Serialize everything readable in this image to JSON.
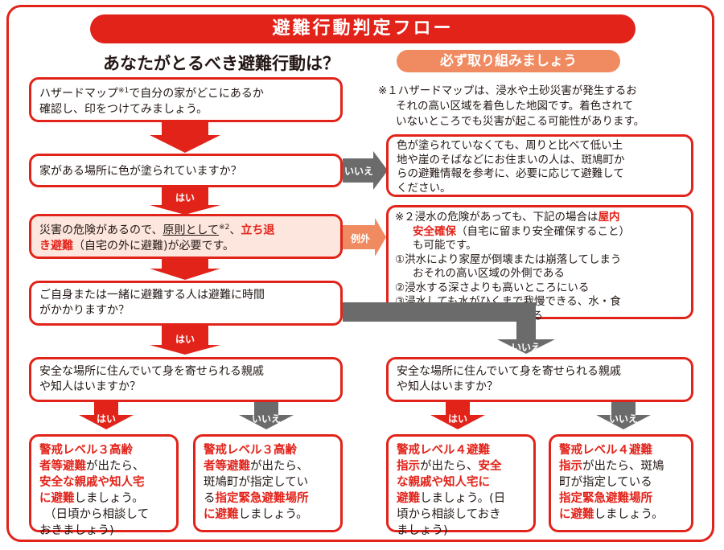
{
  "banner": "避難行動判定フロー",
  "question": "あなたがとるべき避難行動は？",
  "pill": "必ず取り組みましょう",
  "note1": [
    "※１ハザードマップは、浸水や土砂災害が発生するお",
    "それの高い区域を着色した地図です。着色されて",
    "いないところでも災害が起こる可能性があります。"
  ],
  "step1": {
    "line1_a": "ハザードマップ",
    "sup": "※1",
    "line1_b": "で自分の家がどこにあるか",
    "line2": "確認し、印をつけてみましょう。"
  },
  "step2": "家がある場所に色が塗られていますか？",
  "step2_no_result": [
    "色が塗られていなくても、周りと比べて低い土",
    "地や崖のそばなどにお住まいの人は、斑鳩町か",
    "らの避難情報を参考に、必要に応じて避難して",
    "ください。"
  ],
  "step3": {
    "a": "災害の危険があるので、",
    "b": "原則として",
    "sup": "※2",
    "c": "、",
    "d": "立ち退",
    "e": "き避難",
    "f": "（自宅の外に避難)が必要です。"
  },
  "note2": {
    "a": "※２浸水の危険があっても、下記の場合は",
    "b": "屋内",
    "c": "安全確保",
    "d": "（自宅に留まり安全確保すること）",
    "e": "も可能です。",
    "i1a": "①洪水により家屋が倒壊または崩落してしまう",
    "i1b": "おそれの高い区域の外側である",
    "i2": "②浸水する深さよりも高いところにいる",
    "i3a": "③浸水しても水がひくまで我慢できる、水・食",
    "i3b": "糧などの備えが十分にある"
  },
  "step4": [
    "ご自身または一緒に避難する人は避難に時間",
    "がかかりますか？"
  ],
  "step5_left": [
    "安全な場所に住んでいて身を寄せられる親戚",
    "や知人はいますか？"
  ],
  "step5_right": [
    "安全な場所に住んでいて身を寄せられる親戚",
    "や知人はいますか？"
  ],
  "labels": {
    "yes": "はい",
    "no": "いいえ",
    "exception": "例外"
  },
  "result1": {
    "l1": "警戒レベル３高齢",
    "l2a": "者等避難",
    "l2b": "が出たら、",
    "l3": "安全な親戚や知人宅",
    "l4a": "に避難",
    "l4b": "しましょう。",
    "l5": "（日頃から相談して",
    "l6": "おきましょう)"
  },
  "result2": {
    "l1": "警戒レベル３高齢",
    "l2a": "者等避難",
    "l2b": "が出たら、",
    "l3": "斑鳩町が指定してい",
    "l4a": "る",
    "l4b": "指定緊急避難場所",
    "l5a": "に避難",
    "l5b": "しましょう。"
  },
  "result3": {
    "l1": "警戒レベル４避難",
    "l2a": "指示",
    "l2b": "が出たら、",
    "l2c": "安全",
    "l3": "な親戚や知人宅に",
    "l4a": "避難",
    "l4b": "しましょう。(日",
    "l5": "頃から相談しておき",
    "l6": "ましょう)"
  },
  "result4": {
    "l1": "警戒レベル４避難",
    "l2a": "指示",
    "l2b": "が出たら、斑鳩",
    "l3": "町が指定している",
    "l4": "指定緊急避難場所",
    "l5a": "に避難",
    "l5b": "しましょう。"
  },
  "colors": {
    "accent": "#e2231a",
    "pill": "#f08a61",
    "pink_box": "#fde6dd",
    "gray_arrow": "#6b6b6b"
  }
}
